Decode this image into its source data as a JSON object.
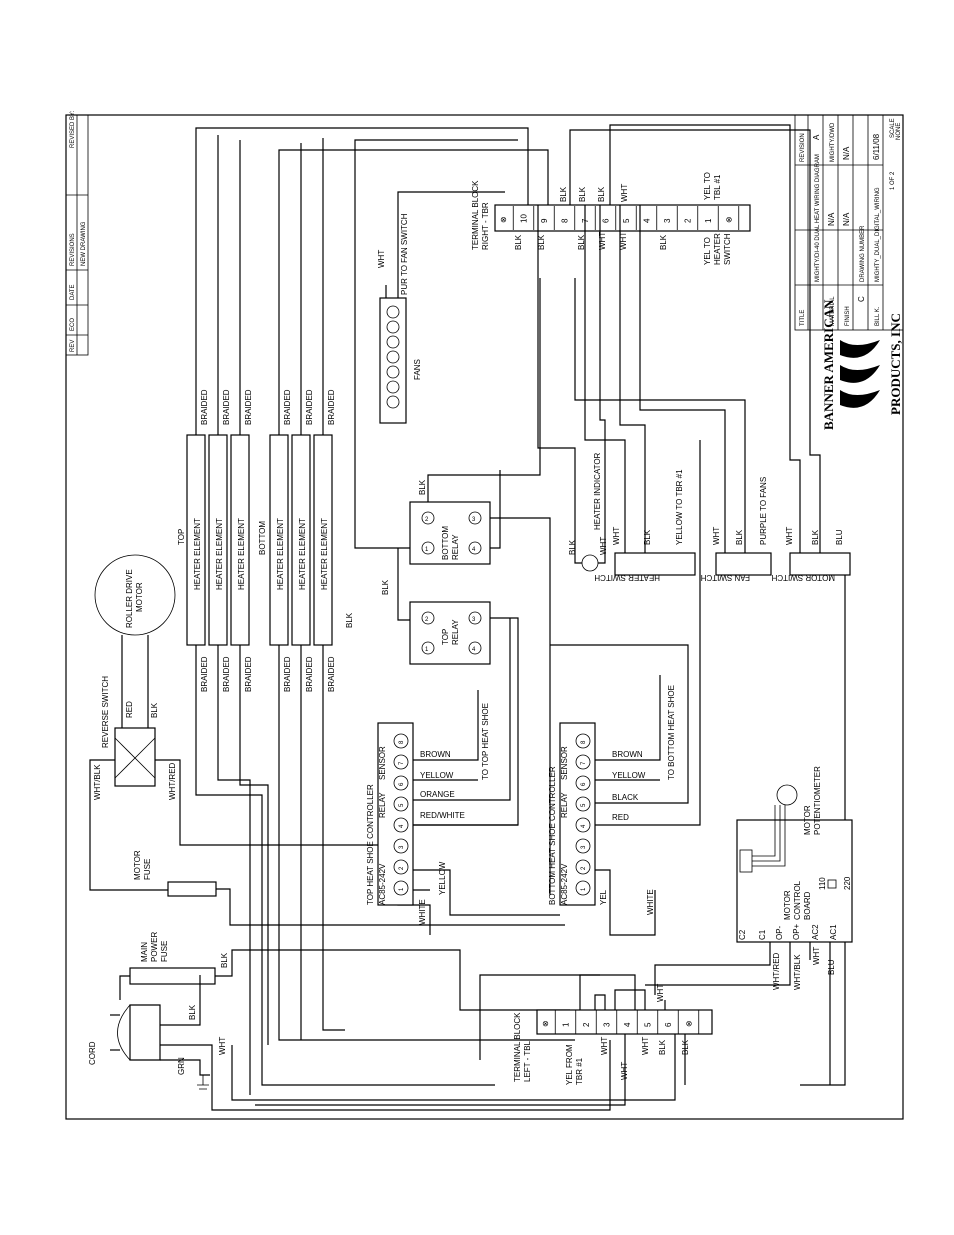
{
  "revision_block": {
    "headers": [
      "REV",
      "ECO",
      "DATE",
      "REVISIONS",
      "REVISED BY:"
    ],
    "row": [
      "",
      "",
      "",
      "NEW DRAWING",
      ""
    ]
  },
  "title_block": {
    "company_line1": "BANNER AMERICAN",
    "company_line2": "PRODUCTS, INC",
    "title_label": "TITLE",
    "title": "MIGHTY/DI-40 DUAL HEAT WIRING DIAGRAM",
    "revision_label": "REVISION",
    "revision": "A",
    "part_no": "MIGHTY/DWD",
    "material_label": "MATERIAL",
    "material": "N/A",
    "finish_label": "FINISH",
    "finish": "N/A",
    "next_assy": "N/A",
    "size": "C",
    "drawing_no_label": "DRAWING NUMBER",
    "drawing_no": "MIGHTY_DUAL_DIGITAL_WIRING",
    "date": "6/11/08",
    "scale_label": "SCALE",
    "scale": "NONE",
    "sheet": "1 OF 2",
    "drawn_by": "BILL K."
  },
  "components": {
    "terminal_block_right": [
      "TERMINAL BLOCK",
      "RIGHT - TBR"
    ],
    "terminal_block_left": [
      "TERMINAL BLOCK",
      "LEFT - TBL"
    ],
    "tbr_terminals": [
      "⊗",
      "10",
      "9",
      "8",
      "7",
      "6",
      "5",
      "4",
      "3",
      "2",
      "1",
      "⊗"
    ],
    "tbl_terminals": [
      "⊗",
      "1",
      "2",
      "3",
      "4",
      "5",
      "6",
      "⊗"
    ],
    "fans": "FANS",
    "pur_to_fan_switch": "PUR TO FAN SWITCH",
    "heater_indicator": "HEATER INDICATOR",
    "heater_switch": "HEATER SWITCH",
    "fan_switch": "FAN SWITCH",
    "motor_switch": "MOTOR SWITCH",
    "yellow_to_tbr1": "YELLOW TO TBR #1",
    "purple_to_fans": "PURPLE TO FANS",
    "yel_to_tbl1": [
      "YEL TO",
      "TBL #1"
    ],
    "yel_to_heater_switch": [
      "YEL TO",
      "HEATER",
      "SWITCH"
    ],
    "yel_from_tbr1": [
      "YEL FROM",
      "TBR #1"
    ],
    "bottom_relay": [
      "BOTTOM",
      "RELAY"
    ],
    "top_relay": [
      "TOP",
      "RELAY"
    ],
    "relay_terminals": [
      "1",
      "2",
      "3",
      "4"
    ],
    "top_label": "TOP",
    "bottom_label": "BOTTOM",
    "heater_element": "HEATER ELEMENT",
    "braided": "BRAIDED",
    "roller_drive_motor": [
      "ROLLER DRIVE",
      "MOTOR"
    ],
    "reverse_switch": "REVERSE SWITCH",
    "motor_fuse": [
      "MOTOR",
      "FUSE"
    ],
    "main_power_fuse": [
      "MAIN",
      "POWER",
      "FUSE"
    ],
    "cord": "CORD",
    "top_controller": [
      "TOP HEAT SHOE CONTROLLER",
      "AC85-242V",
      "RELAY",
      "SENSOR"
    ],
    "bottom_controller": [
      "BOTTOM HEAT SHOE CONTROLLER",
      "AC85-242V",
      "RELAY",
      "SENSOR"
    ],
    "controller_terminals": [
      "1",
      "2",
      "3",
      "4",
      "5",
      "6",
      "7",
      "8"
    ],
    "to_top_heat_shoe": "TO TOP HEAT SHOE",
    "to_bottom_heat_shoe": "TO BOTTOM HEAT SHOE",
    "motor_control_board": [
      "MOTOR",
      "CONTROL",
      "BOARD"
    ],
    "motor_potentiometer": [
      "MOTOR",
      "POTENTIOMETER"
    ],
    "board_terminals": [
      "C2",
      "C1",
      "OP-",
      "OP+",
      "AC2",
      "AC1"
    ],
    "voltage_110": "110",
    "voltage_220": "220"
  },
  "wire_labels": {
    "blk": "BLK",
    "wht": "WHT",
    "red": "RED",
    "blu": "BLU",
    "grn": "GRN",
    "yel": "YEL",
    "wht_blk": "WHT/BLK",
    "wht_red": "WHT/RED",
    "brown": "BROWN",
    "yellow": "YELLOW",
    "orange": "ORANGE",
    "red_white": "RED/WHITE",
    "black": "BLACK",
    "white": "WHITE"
  }
}
